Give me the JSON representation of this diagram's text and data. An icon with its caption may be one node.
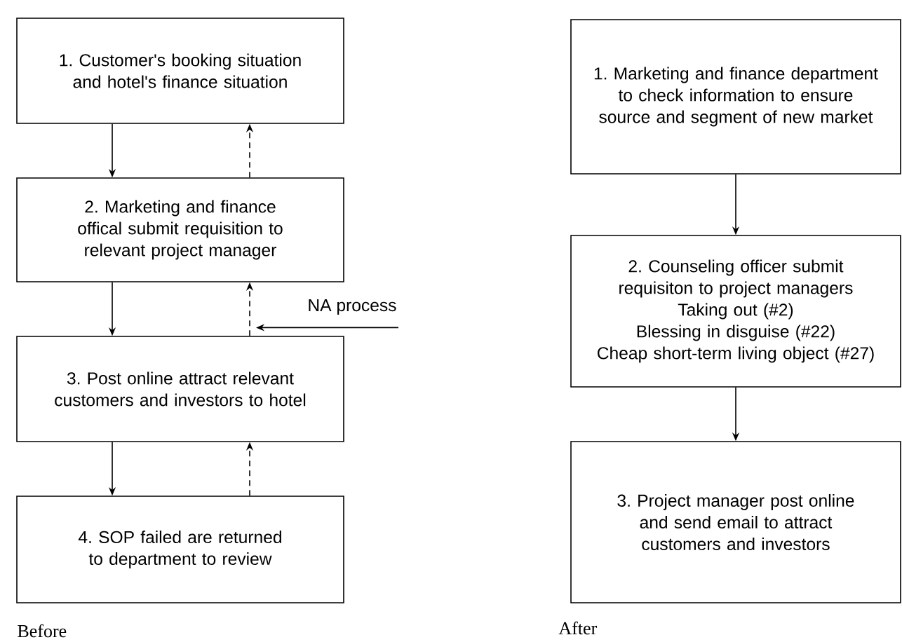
{
  "diagram": {
    "nodes": [
      {
        "text": [
          "1. Customer's booking situation and hotel's finance situation"
        ]
      },
      {
        "text": [
          "2. Marketing and finance offical submit requisition to relevant project manager"
        ]
      },
      {
        "text": [
          "3. Post online attract relevant customers and investors to hotel"
        ]
      },
      {
        "text": [
          "4. SOP failed are returned to department to review"
        ]
      },
      {
        "text": [
          "NA process"
        ]
      },
      {
        "text": [
          "1. Marketing and finance department to check information to ensure source and segment of new market"
        ]
      },
      {
        "text": [
          "2. Counseling officer submit requisiton to project managers",
          "Taking out (#2)",
          "Blessing in disguise (#22)",
          "Cheap short-term living object (#27)"
        ]
      },
      {
        "text": [
          "3. Project manager post online and send email to attract customers and investors"
        ]
      }
    ],
    "edges": [
      {
        "from": 0,
        "to": 1,
        "arrow": "to"
      },
      {
        "from": 1,
        "to": 0,
        "arrow": "to",
        "style": "dashed"
      },
      {
        "from": 1,
        "to": 2,
        "arrow": "to"
      },
      {
        "from": 2,
        "to": 1,
        "arrow": "to",
        "style": "dashed"
      },
      {
        "from": 4,
        "to": 2,
        "arrow": "to"
      },
      {
        "from": 2,
        "to": 3,
        "arrow": "to"
      },
      {
        "from": 3,
        "to": 2,
        "arrow": "to",
        "style": "dashed"
      },
      {
        "from": 5,
        "to": 6,
        "arrow": "to"
      },
      {
        "from": 6,
        "to": 7,
        "arrow": "to"
      }
    ],
    "labels": [
      "Before",
      "After"
    ]
  }
}
